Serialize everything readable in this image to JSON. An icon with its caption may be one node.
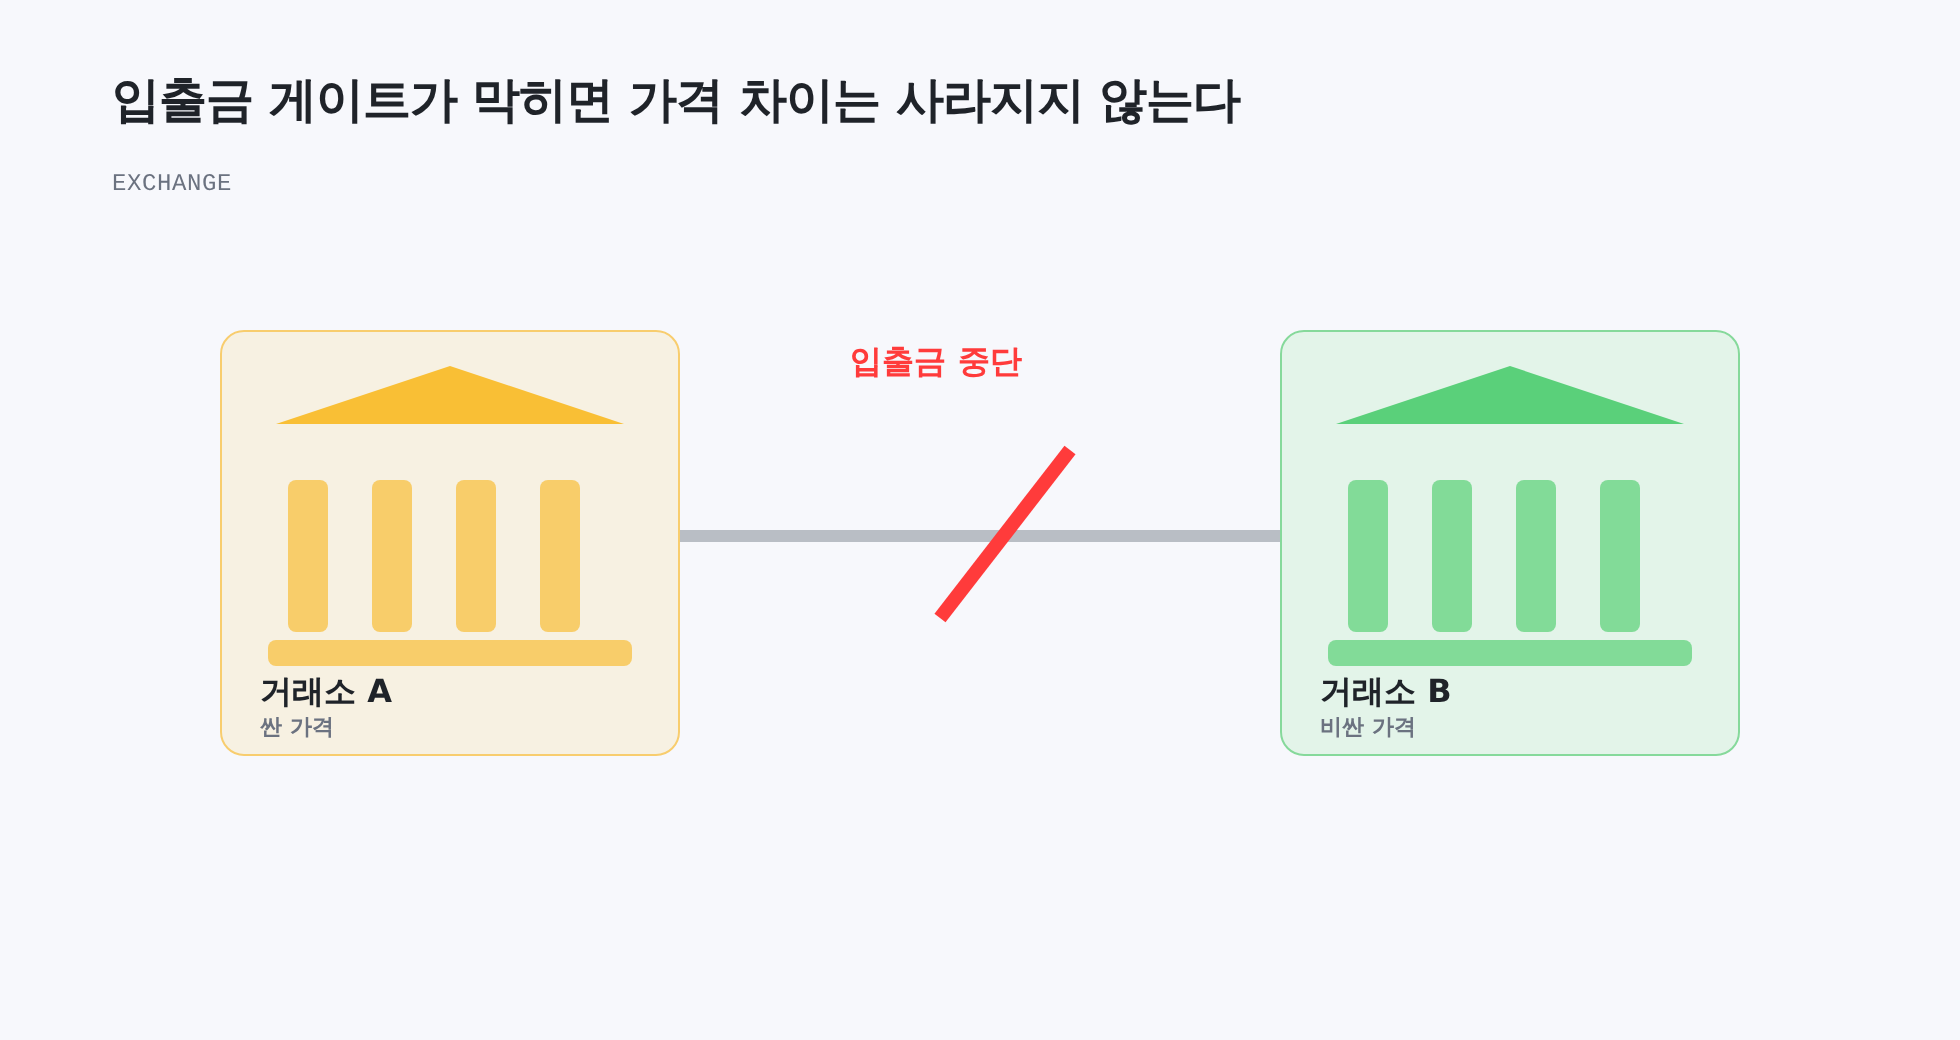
{
  "diagram": {
    "title": "입출금 게이트가 막히면 가격 차이는 사라지지 않는다",
    "nodes": [
      {
        "text": [
          "거래소 A",
          "싼 가격"
        ]
      },
      {
        "text": [
          "거래소 B",
          "비싼 가격"
        ]
      }
    ],
    "edges": [
      {
        "from": 0,
        "to": 1,
        "arrow": "none",
        "label": "입출금 중단"
      }
    ],
    "labels": [
      "EXCHANGE"
    ]
  }
}
